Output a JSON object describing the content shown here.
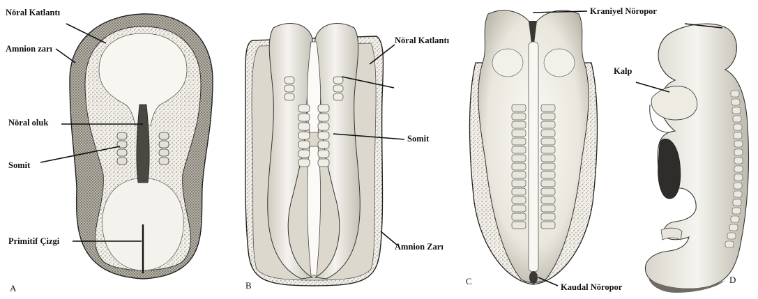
{
  "panels": {
    "a": {
      "letter": "A",
      "labels": {
        "neural_fold": "Nöral Katlantı",
        "amnion": "Amnion zarı",
        "neural_groove": "Nöral oluk",
        "somite": "Somit",
        "primitive_streak": "Primitif Çizgi"
      }
    },
    "b": {
      "letter": "B",
      "labels": {
        "neural_fold": "Nöral Katlantı",
        "somite": "Somit",
        "amnion": "Amnion Zarı"
      }
    },
    "c": {
      "letter": "C",
      "labels": {
        "cranial_neuropore": "Kraniyel Nöropor",
        "caudal_neuropore": "Kaudal Nöropor"
      }
    },
    "d": {
      "letter": "D",
      "labels": {
        "heart": "Kalp"
      }
    }
  },
  "colors": {
    "ink": "#111111",
    "tissue_light": "#f4f2ec",
    "tissue_shade": "#d9d6cc",
    "tissue_dark": "#8a877f"
  }
}
